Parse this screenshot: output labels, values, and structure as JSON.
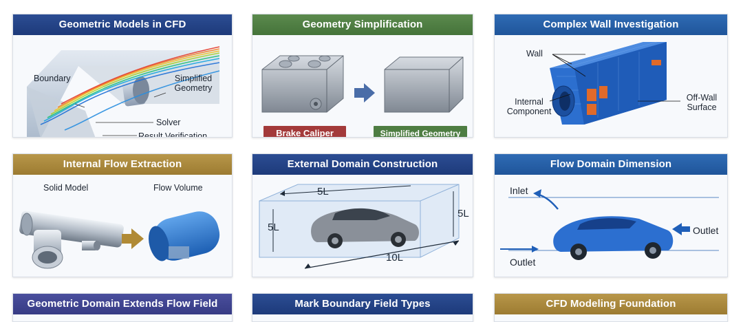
{
  "cards": [
    {
      "title": "Geometric Models in CFD",
      "labels": {
        "boundary": "Boundary",
        "simplified": "Simplified\nGeometry",
        "solver": "Solver",
        "verification": "Result Verification"
      }
    },
    {
      "title": "Geometry Simplification",
      "tags": {
        "left": "Brake Caliper",
        "right": "Simplified Geometry"
      }
    },
    {
      "title": "Complex Wall Investigation",
      "labels": {
        "wall": "Wall",
        "internal": "Internal\nComponent",
        "offwall": "Off-Wall\nSurface"
      }
    },
    {
      "title": "Internal Flow Extraction",
      "labels": {
        "solid": "Solid Model",
        "flow": "Flow Volume"
      }
    },
    {
      "title": "External Domain Construction",
      "labels": {
        "top": "5L",
        "left": "5L",
        "right": "5L",
        "bottom": "10L"
      }
    },
    {
      "title": "Flow Domain Dimension",
      "labels": {
        "inlet": "Inlet",
        "outlet_right": "Outlet",
        "outlet_bottom": "Outlet"
      }
    },
    {
      "title": "Geometric Domain Extends Flow Field"
    },
    {
      "title": "Mark Boundary Field Types"
    },
    {
      "title": "CFD Modeling Foundation"
    }
  ],
  "colors": {
    "navy": "#1d3a7a",
    "green": "#45733a",
    "blue": "#1f559a",
    "gold": "#9c7b31",
    "purple": "#363b84",
    "tag_red": "#a33a3a",
    "tag_green": "#4e7d42"
  },
  "icons": [
    "arrow-right-icon",
    "arrow-left-icon"
  ]
}
